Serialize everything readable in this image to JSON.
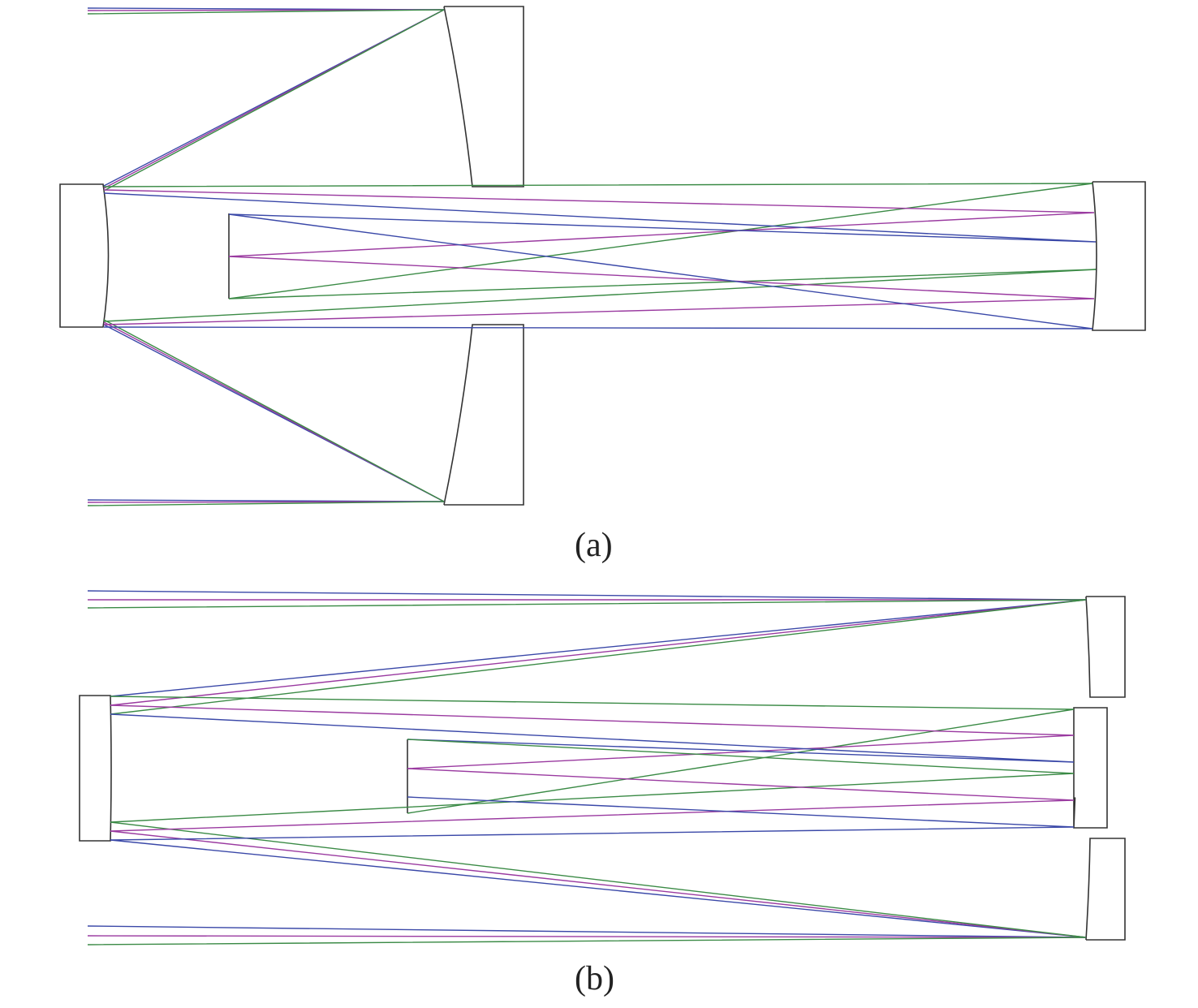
{
  "labels": {
    "a": "(a)",
    "b": "(b)"
  },
  "colors": {
    "green": "#3a8a45",
    "magenta": "#9a3aa0",
    "blue": "#3a48a8",
    "outline": "#333333"
  },
  "panels": [
    {
      "id": "a",
      "description_label": "(a)",
      "ray_colors": [
        "blue",
        "magenta",
        "green"
      ]
    },
    {
      "id": "b",
      "description_label": "(b)",
      "ray_colors": [
        "blue",
        "magenta",
        "green"
      ]
    }
  ]
}
